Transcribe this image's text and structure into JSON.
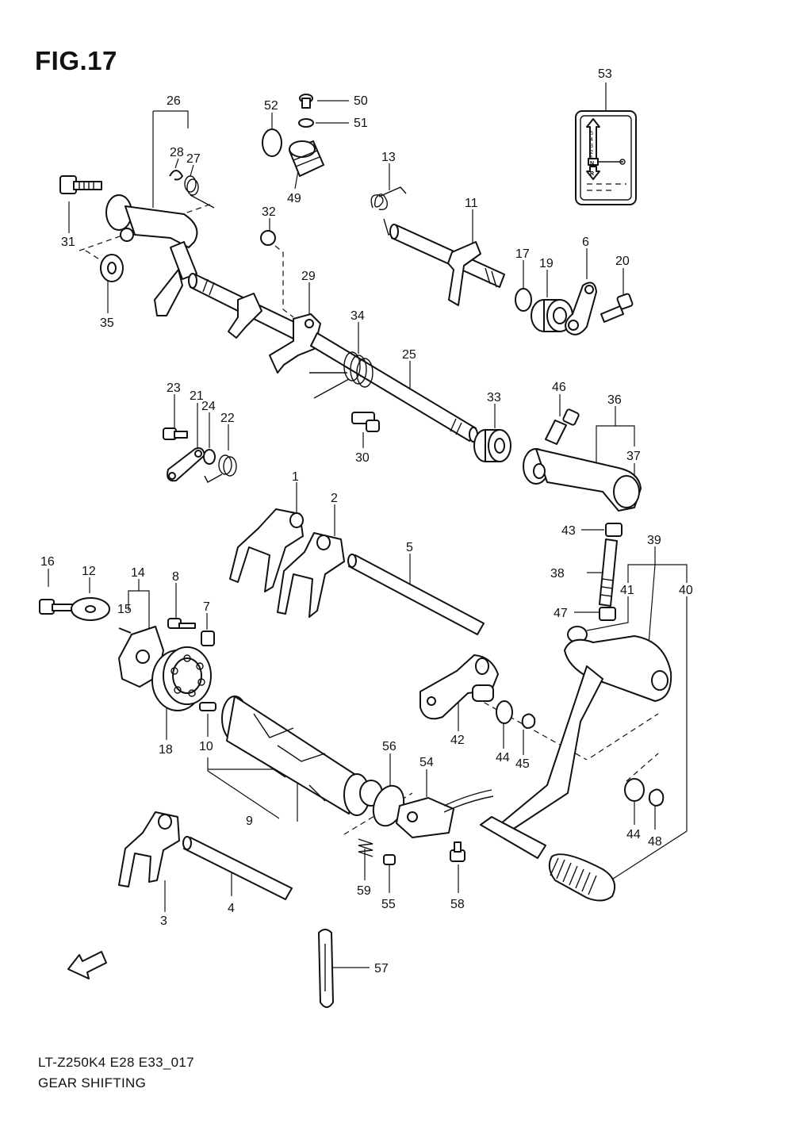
{
  "title": "FIG.17",
  "footer": {
    "model_code": "LT-Z250K4 E28 E33_017",
    "diagram_name": "GEAR SHIFTING"
  },
  "fwd_label": "FWD",
  "decal": {
    "gears": [
      "5",
      "4",
      "3",
      "2",
      "1"
    ],
    "neutral": "N",
    "reverse": "R"
  },
  "callouts": [
    "1",
    "2",
    "3",
    "4",
    "5",
    "6",
    "7",
    "8",
    "9",
    "10",
    "11",
    "12",
    "13",
    "14",
    "15",
    "16",
    "17",
    "18",
    "19",
    "20",
    "21",
    "22",
    "23",
    "24",
    "25",
    "26",
    "27",
    "28",
    "29",
    "30",
    "31",
    "32",
    "33",
    "34",
    "35",
    "36",
    "37",
    "38",
    "39",
    "40",
    "41",
    "42",
    "43",
    "44",
    "45",
    "46",
    "47",
    "48",
    "49",
    "50",
    "51",
    "52",
    "53",
    "54",
    "55",
    "56",
    "57",
    "58",
    "59"
  ],
  "callouts_extra": [
    "44"
  ]
}
